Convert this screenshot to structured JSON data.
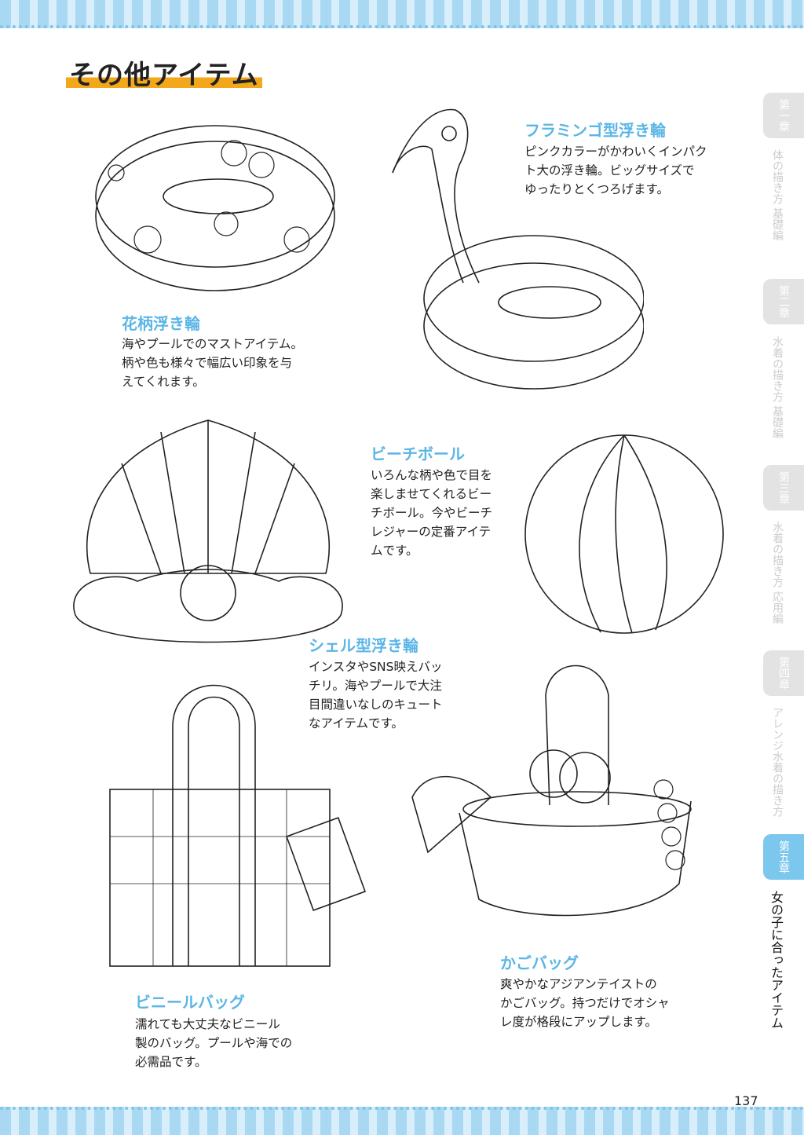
{
  "title": "その他アイテム",
  "items": [
    {
      "name": "フラミンゴ型浮き輪",
      "desc": "ピンクカラーがかわいくインパク\nト大の浮き輪。ビッグサイズで\nゆったりとくつろげます。"
    },
    {
      "name": "花柄浮き輪",
      "desc": "海やプールでのマストアイテム。\n柄や色も様々で幅広い印象を与\nえてくれます。"
    },
    {
      "name": "ビーチボール",
      "desc": "いろんな柄や色で目を\n楽しませてくれるビー\nチボール。今やビーチ\nレジャーの定番アイテ\nムです。"
    },
    {
      "name": "シェル型浮き輪",
      "desc": "インスタやSNS映えバッ\nチリ。海やプールで大注\n目間違いなしのキュート\nなアイテムです。"
    },
    {
      "name": "ビニールバッグ",
      "desc": "濡れても大丈夫なビニール\n製のバッグ。プールや海での\n必需品です。"
    },
    {
      "name": "かごバッグ",
      "desc": "爽やかなアジアンテイストの\nかごバッグ。持つだけでオシャ\nレ度が格段にアップします。"
    }
  ],
  "chapters": [
    {
      "tab": "第一章",
      "label": "体の描き方 基礎編"
    },
    {
      "tab": "第二章",
      "label": "水着の描き方 基礎編"
    },
    {
      "tab": "第三章",
      "label": "水着の描き方 応用編"
    },
    {
      "tab": "第四章",
      "label": "アレンジ水着の描き方"
    },
    {
      "tab": "第五章",
      "label": "女の子に合ったアイテム"
    }
  ],
  "page_number": "137",
  "colors": {
    "accent": "#5bb6e6",
    "title_bar": "#f3a81c",
    "active_tab": "#7cc7ee"
  }
}
